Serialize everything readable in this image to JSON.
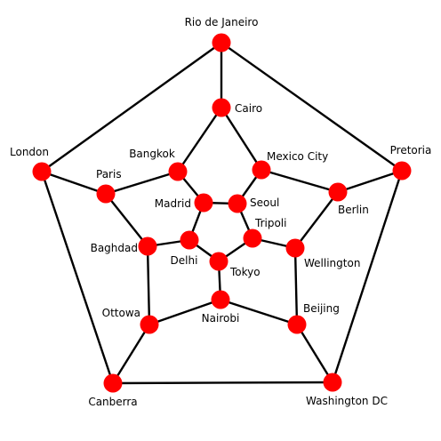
{
  "colors": {
    "node": "#ff0000",
    "edge": "#000000",
    "background": "#ffffff"
  },
  "graph": {
    "nodes": [
      {
        "id": "rio",
        "label": "Rio de Janeiro"
      },
      {
        "id": "pretoria",
        "label": "Pretoria"
      },
      {
        "id": "washington",
        "label": "Washington DC"
      },
      {
        "id": "canberra",
        "label": "Canberra"
      },
      {
        "id": "london",
        "label": "London"
      },
      {
        "id": "cairo",
        "label": "Cairo"
      },
      {
        "id": "berlin",
        "label": "Berlin"
      },
      {
        "id": "beijing",
        "label": "Beijing"
      },
      {
        "id": "ottowa",
        "label": "Ottowa"
      },
      {
        "id": "paris",
        "label": "Paris"
      },
      {
        "id": "mexico",
        "label": "Mexico City"
      },
      {
        "id": "wellington",
        "label": "Wellington"
      },
      {
        "id": "nairobi",
        "label": "Nairobi"
      },
      {
        "id": "baghdad",
        "label": "Baghdad"
      },
      {
        "id": "bangkok",
        "label": "Bangkok"
      },
      {
        "id": "seoul",
        "label": "Seoul"
      },
      {
        "id": "tripoli",
        "label": "Tripoli"
      },
      {
        "id": "tokyo",
        "label": "Tokyo"
      },
      {
        "id": "delhi",
        "label": "Delhi"
      },
      {
        "id": "madrid",
        "label": "Madrid"
      }
    ],
    "edges": [
      [
        "rio",
        "pretoria"
      ],
      [
        "pretoria",
        "washington"
      ],
      [
        "washington",
        "canberra"
      ],
      [
        "canberra",
        "london"
      ],
      [
        "london",
        "rio"
      ],
      [
        "rio",
        "cairo"
      ],
      [
        "pretoria",
        "berlin"
      ],
      [
        "washington",
        "beijing"
      ],
      [
        "canberra",
        "ottowa"
      ],
      [
        "london",
        "paris"
      ],
      [
        "cairo",
        "mexico"
      ],
      [
        "mexico",
        "berlin"
      ],
      [
        "berlin",
        "wellington"
      ],
      [
        "wellington",
        "beijing"
      ],
      [
        "beijing",
        "nairobi"
      ],
      [
        "nairobi",
        "ottowa"
      ],
      [
        "ottowa",
        "baghdad"
      ],
      [
        "baghdad",
        "paris"
      ],
      [
        "paris",
        "bangkok"
      ],
      [
        "bangkok",
        "cairo"
      ],
      [
        "mexico",
        "seoul"
      ],
      [
        "wellington",
        "tripoli"
      ],
      [
        "nairobi",
        "tokyo"
      ],
      [
        "baghdad",
        "delhi"
      ],
      [
        "bangkok",
        "madrid"
      ],
      [
        "seoul",
        "tripoli"
      ],
      [
        "tripoli",
        "tokyo"
      ],
      [
        "tokyo",
        "delhi"
      ],
      [
        "delhi",
        "madrid"
      ],
      [
        "madrid",
        "seoul"
      ]
    ]
  }
}
